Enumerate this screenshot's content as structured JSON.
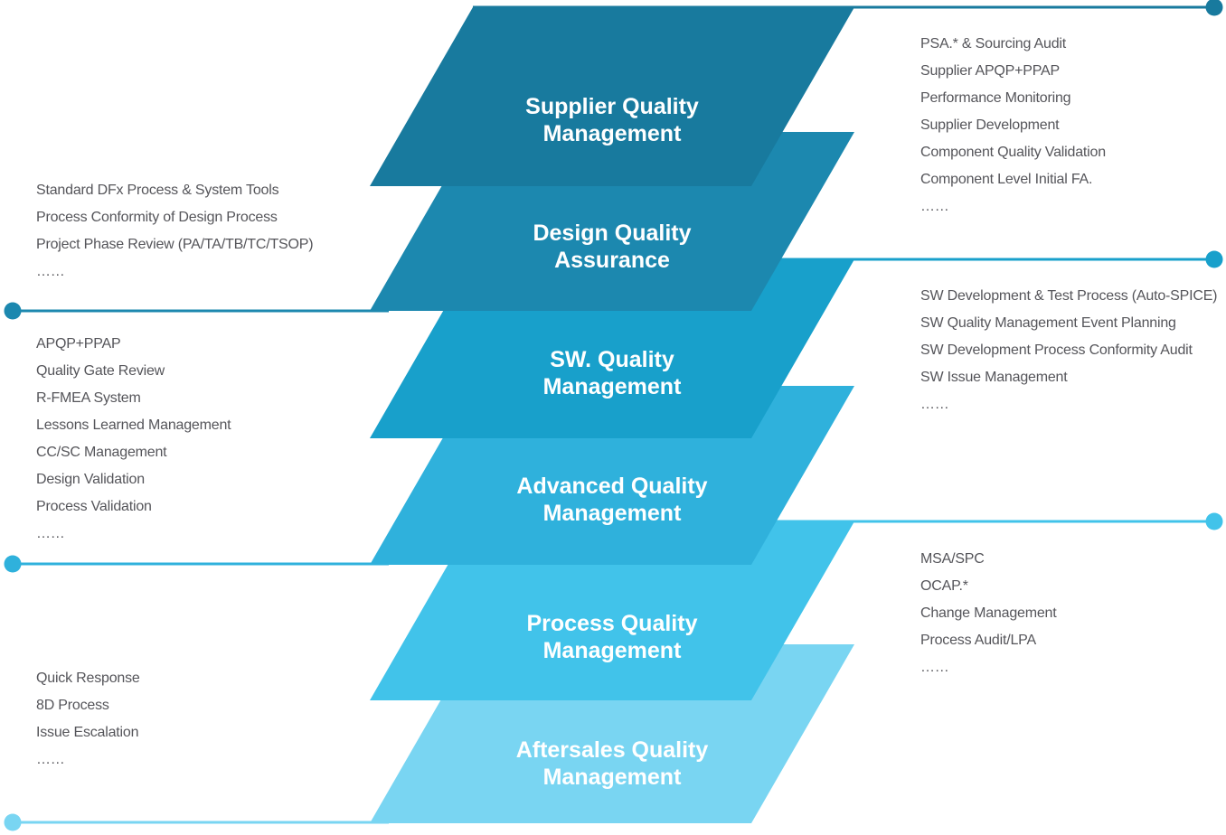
{
  "bands": [
    {
      "title_line1": "Supplier Quality",
      "title_line2": "Management",
      "color": "#187A9E"
    },
    {
      "title_line1": "Design Quality",
      "title_line2": "Assurance",
      "color": "#1C88AF"
    },
    {
      "title_line1": "SW. Quality",
      "title_line2": "Management",
      "color": "#18A0CB"
    },
    {
      "title_line1": "Advanced Quality",
      "title_line2": "Management",
      "color": "#2FB1DC"
    },
    {
      "title_line1": "Process Quality",
      "title_line2": "Management",
      "color": "#41C3EA"
    },
    {
      "title_line1": "Aftersales Quality",
      "title_line2": "Management",
      "color": "#79D5F2"
    }
  ],
  "connectors": {
    "right": [
      {
        "color": "#187A9E"
      },
      {
        "color": "#18A0CB"
      },
      {
        "color": "#41C3EA"
      }
    ],
    "left": [
      {
        "color": "#1C88AF"
      },
      {
        "color": "#2FB1DC"
      },
      {
        "color": "#79D5F2"
      }
    ]
  },
  "left_groups": [
    {
      "items": [
        "Standard DFx Process & System Tools",
        "Process Conformity of Design Process",
        "Project Phase Review (PA/TA/TB/TC/TSOP)",
        "……"
      ]
    },
    {
      "items": [
        "APQP+PPAP",
        "Quality Gate Review",
        "R-FMEA System",
        "Lessons Learned Management",
        "CC/SC Management",
        "Design Validation",
        "Process Validation",
        "……"
      ]
    },
    {
      "items": [
        "Quick Response",
        "8D Process",
        "Issue Escalation",
        "……"
      ]
    }
  ],
  "right_groups": [
    {
      "items": [
        "PSA.* & Sourcing Audit",
        "Supplier APQP+PPAP",
        "Performance Monitoring",
        "Supplier Development",
        "Component Quality Validation",
        "Component Level Initial FA.",
        "……"
      ]
    },
    {
      "items": [
        "SW Development & Test Process (Auto-SPICE)",
        "SW Quality Management Event Planning",
        "SW Development Process Conformity Audit",
        "SW Issue Management",
        "……"
      ]
    },
    {
      "items": [
        "MSA/SPC",
        "OCAP.*",
        "Change Management",
        "Process Audit/LPA",
        "……"
      ]
    }
  ],
  "text_color": "#55555A"
}
